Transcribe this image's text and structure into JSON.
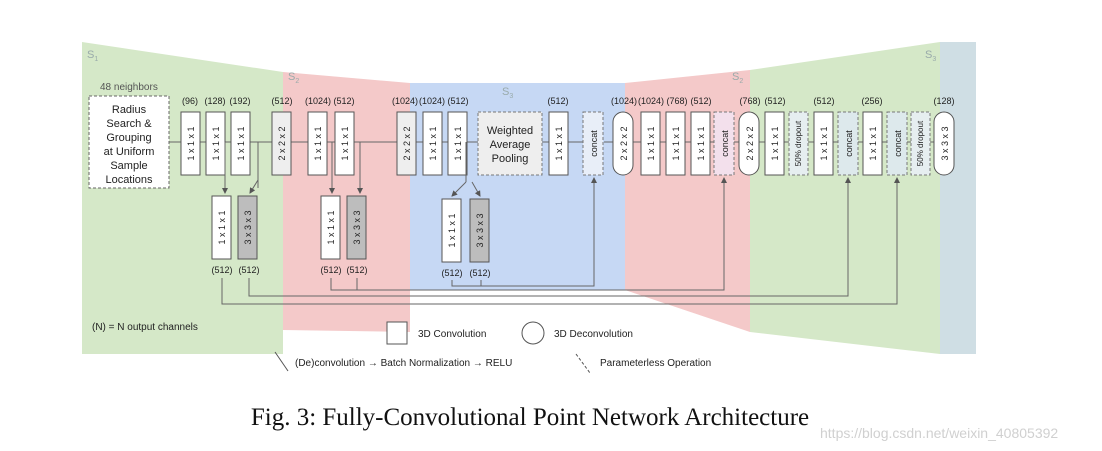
{
  "stages": {
    "s1_left": "S1",
    "s2_left": "S2",
    "s3_mid": "S3",
    "s2_right": "S2",
    "s3_right": "S3"
  },
  "input_block": {
    "header": "48 neighbors",
    "lines": [
      "Radius",
      "Search &",
      "Grouping",
      "at Uniform",
      "Sample",
      "Locations"
    ]
  },
  "channels": {
    "c96": "(96)",
    "c128": "(128)",
    "c192": "(192)",
    "c512a": "(512)",
    "c1024a": "(1024)",
    "c512b": "(512)",
    "c1024b": "(1024)",
    "c1024c": "(1024)",
    "c512c": "(512)",
    "c512d": "(512)",
    "c1024d": "(1024)",
    "c1024e": "(1024)",
    "c768a": "(768)",
    "c512e": "(512)",
    "c768b": "(768)",
    "c512f": "(512)",
    "c512g": "(512)",
    "c256": "(256)",
    "c128b": "(128)",
    "sb1a": "(512)",
    "sb1b": "(512)",
    "sb2a": "(512)",
    "sb2b": "(512)",
    "sb3a": "(512)",
    "sb3b": "(512)"
  },
  "ops": {
    "conv1": "1 x 1 x 1",
    "conv2": "2 x 2 x 2",
    "conv3": "3 x 3 x 3",
    "concat": "concat",
    "dropout": "50% dropout",
    "wap": [
      "Weighted",
      "Average",
      "Pooling"
    ]
  },
  "legend": {
    "channels_note": "(N) = N output channels",
    "conv3d": "3D Convolution",
    "deconv3d": "3D Deconvolution",
    "bn_chain": "(De)convolution → Batch Normalization → RELU",
    "paramless": "Parameterless Operation"
  },
  "caption": "Fig. 3: Fully-Convolutional Point Network Architecture",
  "watermark": "https://blog.csdn.net/weixin_40805392",
  "colors": {
    "green": "#d5e8c8",
    "red": "#f4c9c9",
    "blue": "#c6d8f4",
    "teal": "#cfdee4"
  }
}
